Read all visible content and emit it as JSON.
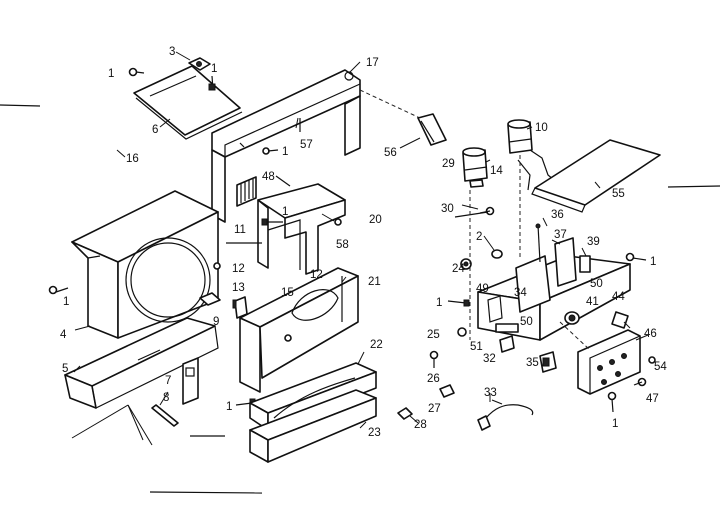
{
  "diagram": {
    "labels": [
      "1",
      "3",
      "6",
      "17",
      "57",
      "56",
      "10",
      "29",
      "14",
      "55",
      "16",
      "48",
      "11",
      "20",
      "58",
      "30",
      "2",
      "36",
      "37",
      "39",
      "24",
      "12",
      "15",
      "13",
      "9",
      "21",
      "49",
      "34",
      "50",
      "41",
      "44",
      "4",
      "1",
      "25",
      "51",
      "46",
      "5",
      "7",
      "26",
      "32",
      "35",
      "54",
      "8",
      "22",
      "47",
      "27",
      "28",
      "33",
      "23"
    ],
    "callouts": {
      "l1a": "1",
      "l3": "3",
      "l1b": "1",
      "l6": "6",
      "l17": "17",
      "l57": "57",
      "l1c": "1",
      "l56": "56",
      "l10": "10",
      "l29": "29",
      "l14": "14",
      "l55": "55",
      "l16": "16",
      "l48": "48",
      "l11": "11",
      "l1d": "1",
      "l20": "20",
      "l58": "58",
      "l30": "30",
      "l2": "2",
      "l36": "36",
      "l37": "37",
      "l39": "39",
      "l1e": "1",
      "l24": "24",
      "l12a": "12",
      "l15": "15",
      "l12b": "12",
      "l13": "13",
      "l9": "9",
      "l21": "21",
      "l1f": "1",
      "l49": "49",
      "l34": "34",
      "l50a": "50",
      "l41": "41",
      "l44": "44",
      "l4": "4",
      "l1g": "1",
      "l25": "25",
      "l51": "51",
      "l50b": "50",
      "l46": "46",
      "l5": "5",
      "l7": "7",
      "l26": "26",
      "l32": "32",
      "l35": "35",
      "l54": "54",
      "l8": "8",
      "l22": "22",
      "l1h": "1",
      "l47": "47",
      "l27": "27",
      "l28": "28",
      "l33": "33",
      "l23": "23",
      "l1i": "1"
    }
  }
}
